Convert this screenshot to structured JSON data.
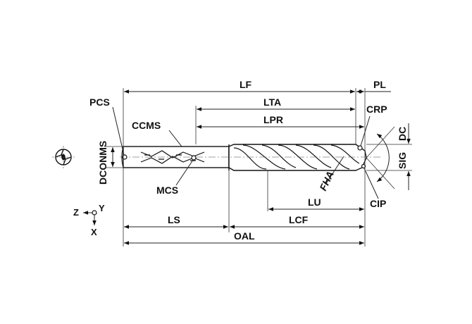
{
  "labels": {
    "lf": "LF",
    "pl": "PL",
    "pcs": "PCS",
    "lta": "LTA",
    "crp": "CRP",
    "ccms": "CCMS",
    "lpr": "LPR",
    "dc": "DC",
    "dconms": "DCONMS",
    "sig": "SIG",
    "fha": "FHA",
    "mcs": "MCS",
    "lu": "LU",
    "cip": "CIP",
    "ls": "LS",
    "lcf": "LCF",
    "oal": "OAL"
  },
  "axes": {
    "z": "Z",
    "y": "Y",
    "x": "X"
  }
}
